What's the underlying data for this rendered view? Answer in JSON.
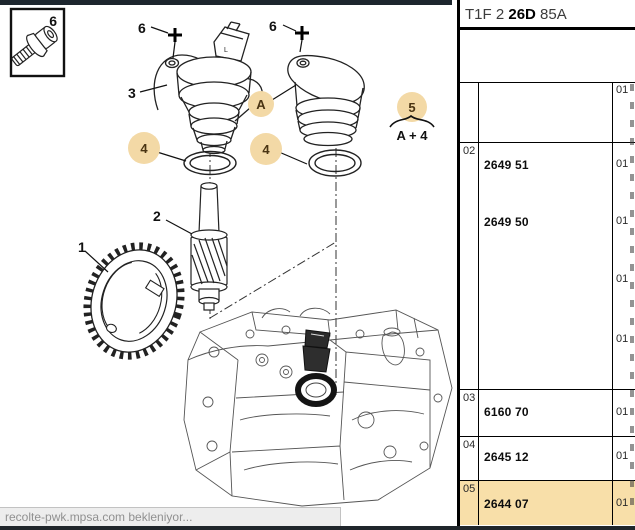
{
  "window": {
    "status_bar_text": "recolte-pwk.mpsa.com bekleniyor..."
  },
  "panel": {
    "title": {
      "part1": "T1F 2 ",
      "part2": "26D",
      "part3": " 85A"
    },
    "rows": [
      {
        "index": "",
        "entries": [
          {
            "part": "",
            "qty": "01"
          }
        ]
      },
      {
        "index": "02",
        "entries": [
          {
            "part": "2649 51",
            "qty": "01"
          },
          {
            "part": "2649 50",
            "qty": "01"
          },
          {
            "part": "",
            "qty": "01"
          },
          {
            "part": "",
            "qty": "01"
          }
        ]
      },
      {
        "index": "03",
        "entries": [
          {
            "part": "6160 70",
            "qty": "01"
          }
        ]
      },
      {
        "index": "04",
        "entries": [
          {
            "part": "2645 12",
            "qty": "01"
          }
        ]
      },
      {
        "index": "05",
        "entries": [
          {
            "part": "2644 07",
            "qty": "01"
          }
        ],
        "highlighted": true
      }
    ]
  },
  "diagram": {
    "labels": {
      "gear": "1",
      "pinion": "2",
      "sensor": "3",
      "oring_left": "4",
      "oring_right": "4",
      "kit": "5",
      "kit_combo": "A + 4",
      "screw_box": "6",
      "screw_left": "6",
      "screw_right": "6",
      "cap": "A"
    },
    "colors": {
      "callout_fill": "#f3d9a6",
      "callout_text": "#4a3413",
      "row_highlight": "#f8dfa9"
    }
  }
}
